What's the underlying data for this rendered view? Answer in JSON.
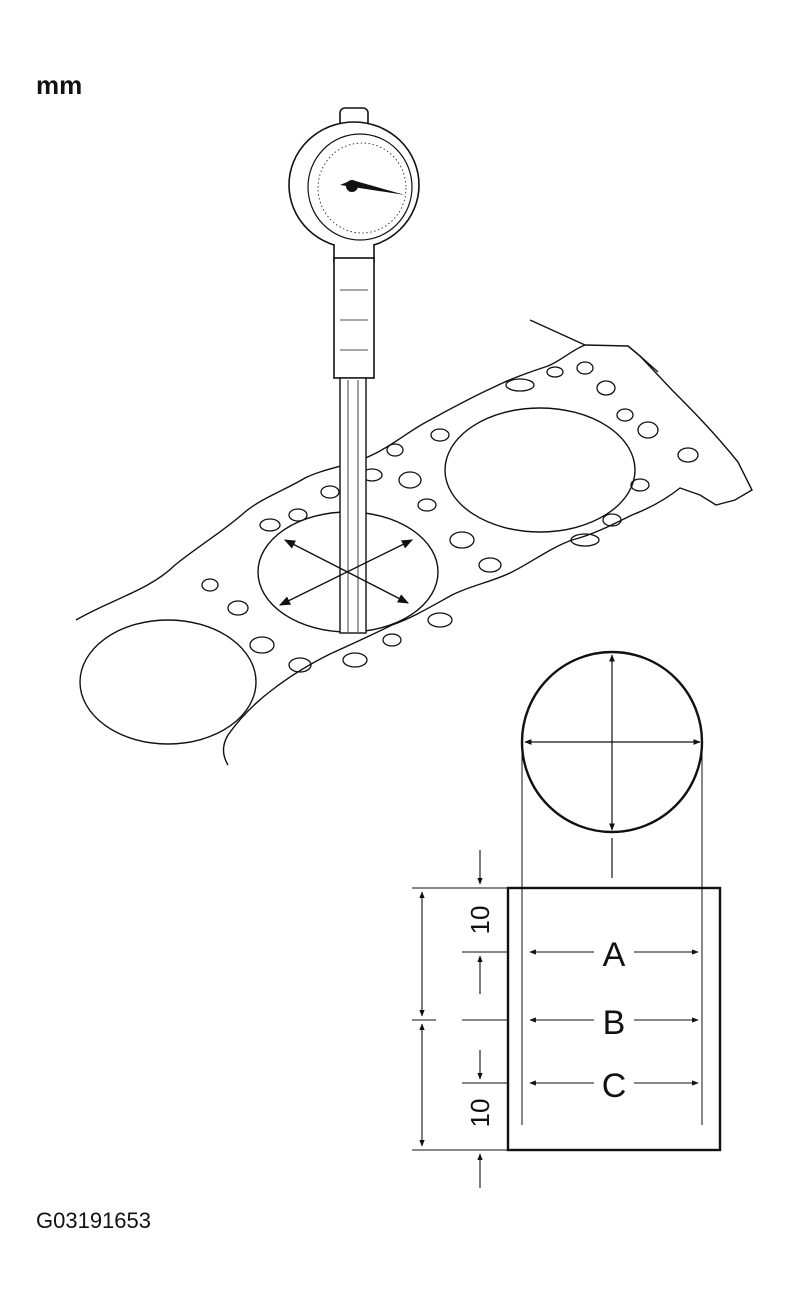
{
  "figure": {
    "unit": "mm",
    "figure_id": "G03191653"
  },
  "section_detail": {
    "positions": [
      "A",
      "B",
      "C"
    ],
    "offset_top": "10",
    "offset_bottom": "10"
  },
  "colors": {
    "line": "#111111",
    "background": "#ffffff"
  }
}
